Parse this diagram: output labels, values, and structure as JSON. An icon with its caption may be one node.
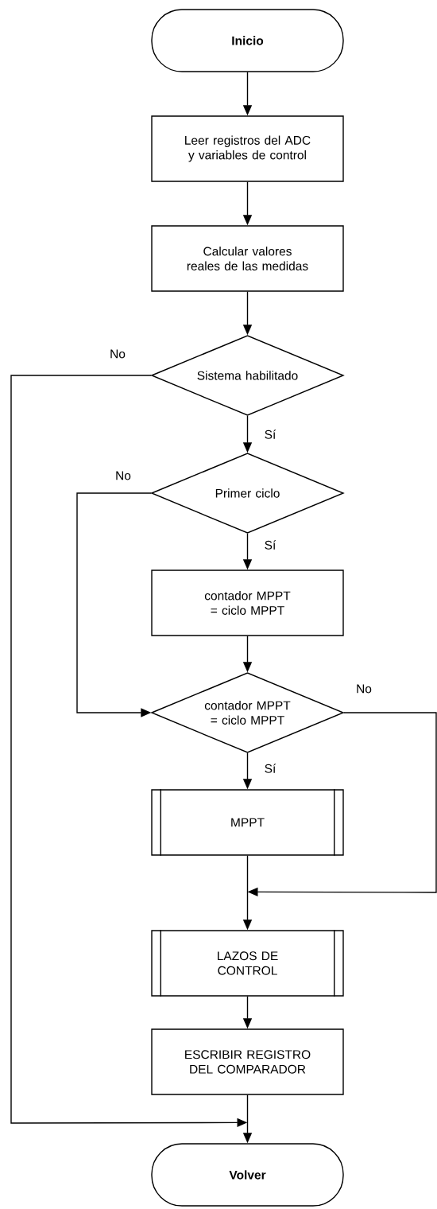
{
  "diagram": {
    "nodes": [
      {
        "text": [
          "Inicio"
        ]
      },
      {
        "text": [
          "Leer registros del ADC y variables de control"
        ]
      },
      {
        "text": [
          "Calcular valores reales de las medidas"
        ]
      },
      {
        "text": [
          "Sistema habilitado"
        ]
      },
      {
        "text": [
          "Primer ciclo"
        ]
      },
      {
        "text": [
          "contador MPPT = ciclo MPPT"
        ]
      },
      {
        "text": [
          "contador MPPT = ciclo MPPT"
        ]
      },
      {
        "text": [
          "MPPT"
        ]
      },
      {
        "text": [
          "LAZOS DE CONTROL"
        ]
      },
      {
        "text": [
          "ESCRIBIR REGISTRO DEL COMPARADOR"
        ]
      },
      {
        "text": [
          "Volver"
        ]
      }
    ],
    "edges": [
      {
        "from": 0,
        "to": 1,
        "arrow": "to"
      },
      {
        "from": 1,
        "to": 2,
        "arrow": "to"
      },
      {
        "from": 2,
        "to": 3,
        "arrow": "to"
      },
      {
        "from": 3,
        "to": 4,
        "arrow": "to",
        "label": "Sí"
      },
      {
        "from": 3,
        "to": 10,
        "arrow": "to",
        "label": "No"
      },
      {
        "from": 4,
        "to": 5,
        "arrow": "to",
        "label": "Sí"
      },
      {
        "from": 4,
        "to": 6,
        "arrow": "to",
        "label": "No"
      },
      {
        "from": 5,
        "to": 6,
        "arrow": "to"
      },
      {
        "from": 6,
        "to": 7,
        "arrow": "to",
        "label": "Sí"
      },
      {
        "from": 6,
        "to": 8,
        "arrow": "to",
        "label": "No"
      },
      {
        "from": 7,
        "to": 8,
        "arrow": "to"
      },
      {
        "from": 8,
        "to": 9,
        "arrow": "to"
      },
      {
        "from": 9,
        "to": 10,
        "arrow": "to"
      }
    ]
  }
}
